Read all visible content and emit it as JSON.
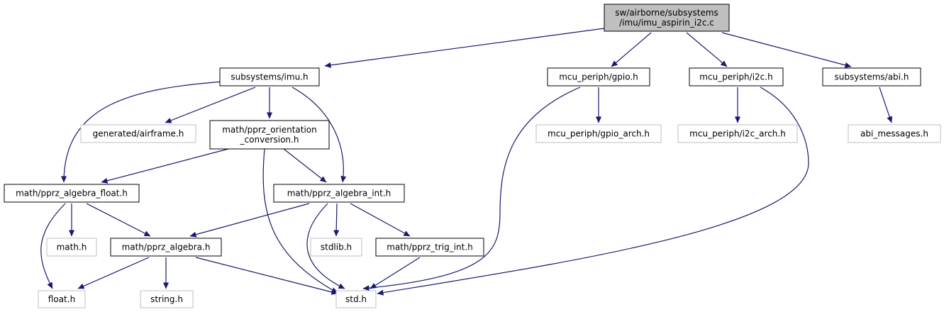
{
  "colors": {
    "edge": "#191970",
    "root_fill": "#bfbfbf",
    "root_border": "#000000",
    "node_border": "#000000",
    "missing_border": "#bfbfbf",
    "node_fill": "#ffffff",
    "text": "#000000"
  },
  "nodes": [
    {
      "id": "root",
      "label": [
        "sw/airborne/subsystems",
        "/imu/imu_aspirin_i2c.c"
      ],
      "kind": "root"
    },
    {
      "id": "imu",
      "label": [
        "subsystems/imu.h"
      ],
      "kind": "normal"
    },
    {
      "id": "gpio",
      "label": [
        "mcu_periph/gpio.h"
      ],
      "kind": "normal"
    },
    {
      "id": "i2c",
      "label": [
        "mcu_periph/i2c.h"
      ],
      "kind": "normal"
    },
    {
      "id": "abi",
      "label": [
        "subsystems/abi.h"
      ],
      "kind": "normal"
    },
    {
      "id": "airframe",
      "label": [
        "generated/airframe.h"
      ],
      "kind": "missing"
    },
    {
      "id": "orient",
      "label": [
        "math/pprz_orientation",
        "_conversion.h"
      ],
      "kind": "normal"
    },
    {
      "id": "gpio_arch",
      "label": [
        "mcu_periph/gpio_arch.h"
      ],
      "kind": "missing"
    },
    {
      "id": "i2c_arch",
      "label": [
        "mcu_periph/i2c_arch.h"
      ],
      "kind": "missing"
    },
    {
      "id": "abi_msgs",
      "label": [
        "abi_messages.h"
      ],
      "kind": "missing"
    },
    {
      "id": "alg_float",
      "label": [
        "math/pprz_algebra_float.h"
      ],
      "kind": "normal"
    },
    {
      "id": "alg_int",
      "label": [
        "math/pprz_algebra_int.h"
      ],
      "kind": "normal"
    },
    {
      "id": "math",
      "label": [
        "math.h"
      ],
      "kind": "missing"
    },
    {
      "id": "alg",
      "label": [
        "math/pprz_algebra.h"
      ],
      "kind": "normal"
    },
    {
      "id": "stdlib",
      "label": [
        "stdlib.h"
      ],
      "kind": "missing"
    },
    {
      "id": "trig",
      "label": [
        "math/pprz_trig_int.h"
      ],
      "kind": "normal"
    },
    {
      "id": "float",
      "label": [
        "float.h"
      ],
      "kind": "missing"
    },
    {
      "id": "string",
      "label": [
        "string.h"
      ],
      "kind": "missing"
    },
    {
      "id": "std",
      "label": [
        "std.h"
      ],
      "kind": "missing"
    }
  ],
  "edges": [
    {
      "from": "root",
      "to": "imu"
    },
    {
      "from": "root",
      "to": "gpio"
    },
    {
      "from": "root",
      "to": "i2c"
    },
    {
      "from": "root",
      "to": "abi"
    },
    {
      "from": "imu",
      "to": "airframe"
    },
    {
      "from": "imu",
      "to": "orient"
    },
    {
      "from": "imu",
      "to": "alg_float"
    },
    {
      "from": "imu",
      "to": "alg_int"
    },
    {
      "from": "gpio",
      "to": "gpio_arch"
    },
    {
      "from": "gpio",
      "to": "std"
    },
    {
      "from": "i2c",
      "to": "i2c_arch"
    },
    {
      "from": "i2c",
      "to": "std"
    },
    {
      "from": "abi",
      "to": "abi_msgs"
    },
    {
      "from": "orient",
      "to": "alg_float"
    },
    {
      "from": "orient",
      "to": "alg_int"
    },
    {
      "from": "orient",
      "to": "std"
    },
    {
      "from": "alg_float",
      "to": "math"
    },
    {
      "from": "alg_float",
      "to": "alg"
    },
    {
      "from": "alg_float",
      "to": "float"
    },
    {
      "from": "alg_int",
      "to": "alg"
    },
    {
      "from": "alg_int",
      "to": "stdlib"
    },
    {
      "from": "alg_int",
      "to": "trig"
    },
    {
      "from": "alg_int",
      "to": "std"
    },
    {
      "from": "alg",
      "to": "float"
    },
    {
      "from": "alg",
      "to": "string"
    },
    {
      "from": "alg",
      "to": "std"
    },
    {
      "from": "trig",
      "to": "std"
    }
  ]
}
